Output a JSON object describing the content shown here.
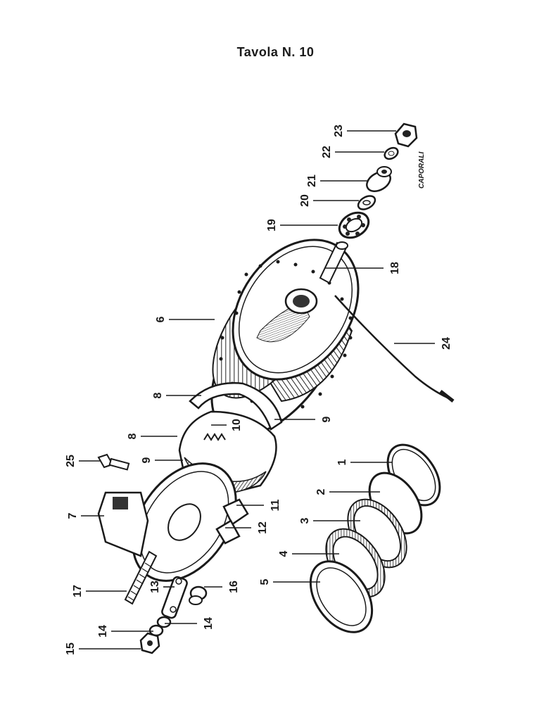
{
  "title": "Tavola N. 10",
  "signature": "CAPORALI",
  "labels": [
    "1",
    "2",
    "3",
    "4",
    "5",
    "6",
    "7",
    "8",
    "8",
    "9",
    "9",
    "10",
    "11",
    "12",
    "13",
    "14",
    "14",
    "15",
    "16",
    "17",
    "18",
    "19",
    "20",
    "21",
    "22",
    "23",
    "24",
    "25"
  ]
}
